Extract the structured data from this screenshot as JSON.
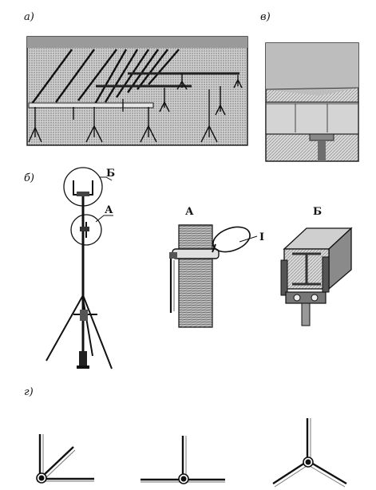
{
  "panel_labels": {
    "a": "а)",
    "b": "б)",
    "v": "в)",
    "g": "г)"
  },
  "detail_labels": {
    "A": "А",
    "B": "Б",
    "one": "I"
  }
}
